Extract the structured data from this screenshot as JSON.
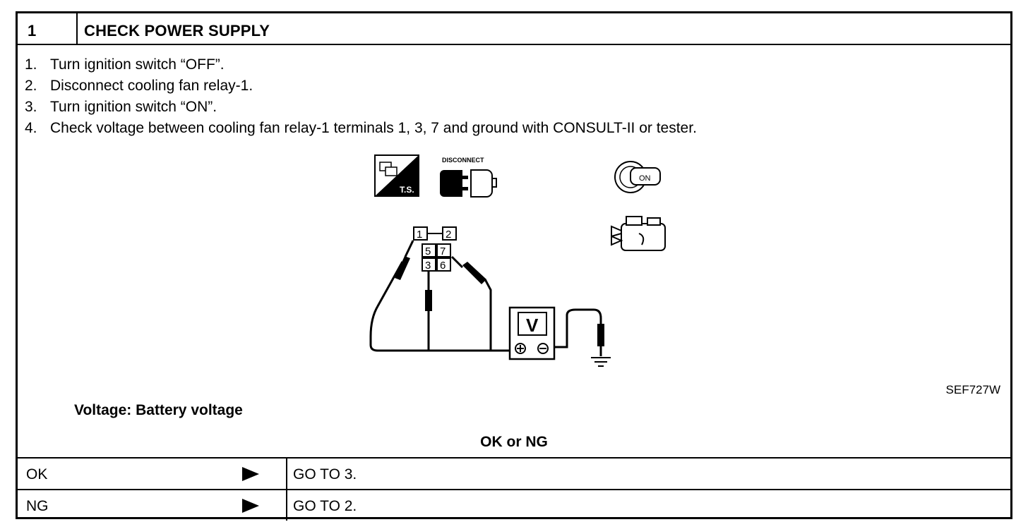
{
  "header": {
    "step_number": "1",
    "title": "CHECK POWER SUPPLY"
  },
  "instructions": [
    {
      "num": "1.",
      "text": "Turn ignition switch “OFF”."
    },
    {
      "num": "2.",
      "text": "Disconnect cooling fan relay-1."
    },
    {
      "num": "3.",
      "text": "Turn ignition switch “ON”."
    },
    {
      "num": "4.",
      "text": "Check voltage between cooling fan relay-1 terminals 1, 3, 7 and ground with CONSULT-II or tester."
    }
  ],
  "figure": {
    "icons": {
      "ts": {
        "name": "tester-ts-icon",
        "label": "T.S."
      },
      "disconnect": {
        "name": "disconnect-connector-icon",
        "label": "DISCONNECT"
      },
      "ignition": {
        "name": "ignition-key-on-icon",
        "label": "ON"
      },
      "engine": {
        "name": "engine-icon"
      }
    },
    "terminals": [
      "1",
      "2",
      "5",
      "7",
      "3",
      "6"
    ],
    "meter_label": "V",
    "figure_id": "SEF727W"
  },
  "spec": "Voltage: Battery voltage",
  "decision": {
    "prompt": "OK or NG",
    "rows": [
      {
        "label": "OK",
        "result": "GO TO 3."
      },
      {
        "label": "NG",
        "result": "GO TO 2."
      }
    ]
  }
}
